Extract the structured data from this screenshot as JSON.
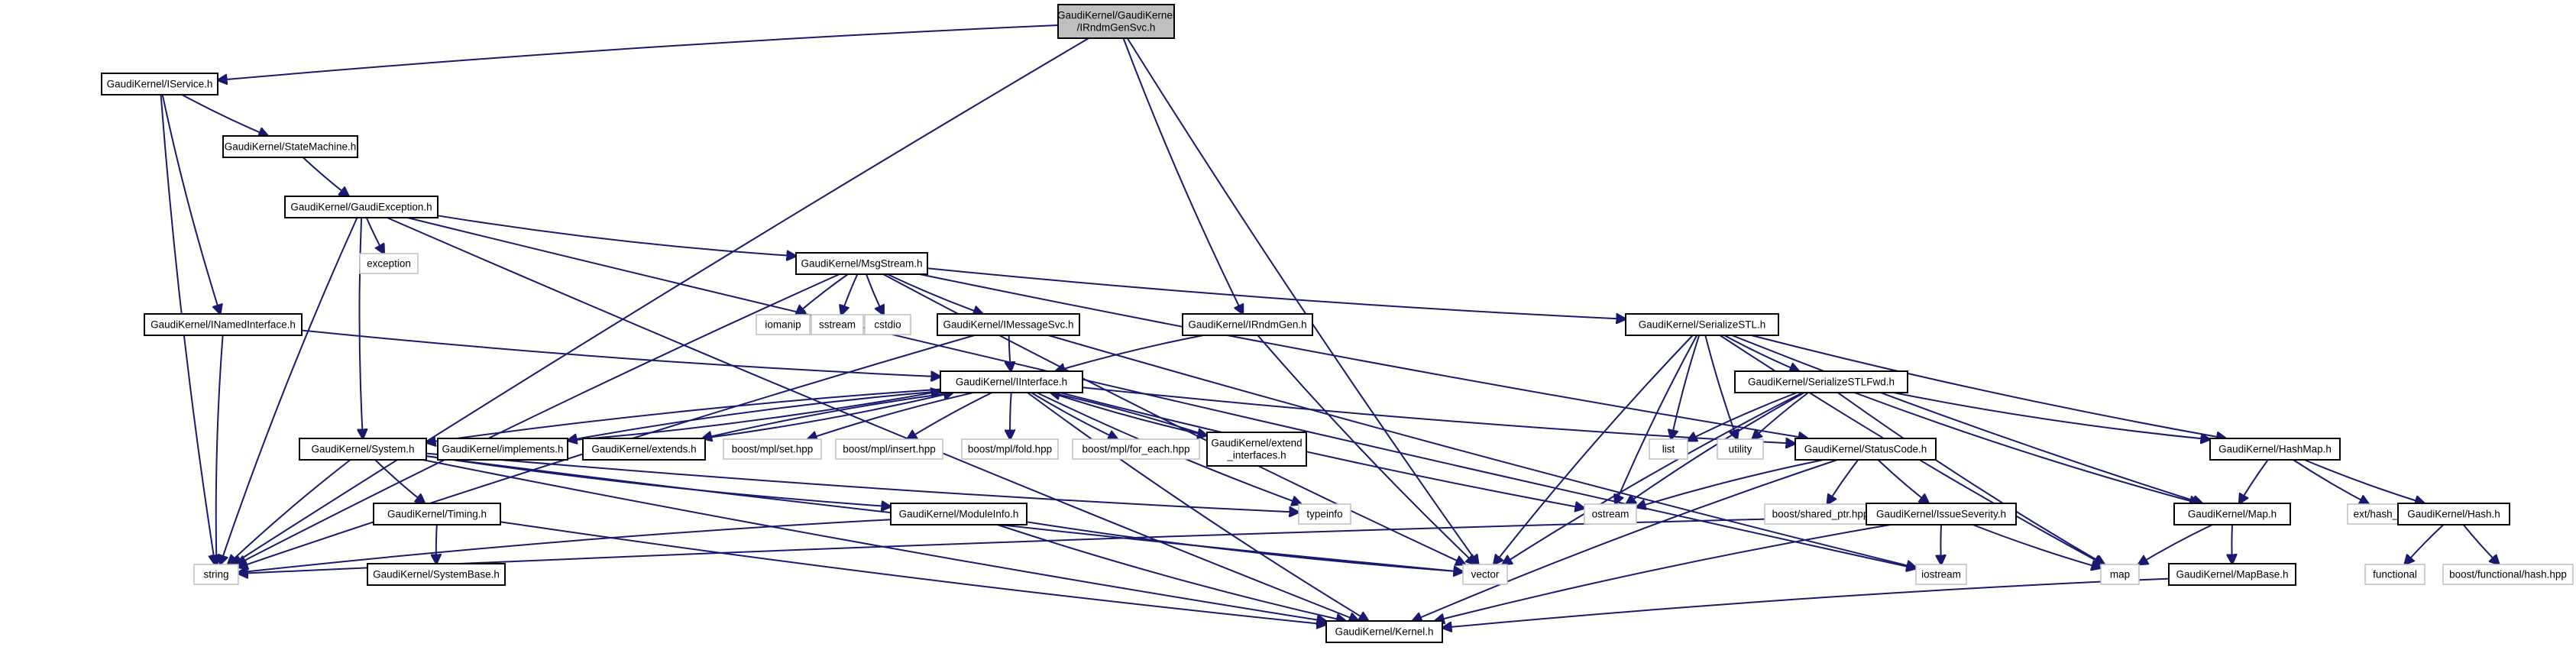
{
  "diagram": {
    "nodes": [
      {
        "id": "root",
        "lines": [
          "GaudiKernel/GaudiKernel",
          "/IRndmGenSvc.h"
        ],
        "kind": "root"
      },
      {
        "id": "iservice",
        "lines": [
          "GaudiKernel/IService.h"
        ],
        "kind": "file"
      },
      {
        "id": "statemachine",
        "lines": [
          "GaudiKernel/StateMachine.h"
        ],
        "kind": "file"
      },
      {
        "id": "gaudiexception",
        "lines": [
          "GaudiKernel/GaudiException.h"
        ],
        "kind": "file"
      },
      {
        "id": "exception",
        "lines": [
          "exception"
        ],
        "kind": "ext"
      },
      {
        "id": "msgstream",
        "lines": [
          "GaudiKernel/MsgStream.h"
        ],
        "kind": "file"
      },
      {
        "id": "inamedinterface",
        "lines": [
          "GaudiKernel/INamedInterface.h"
        ],
        "kind": "file"
      },
      {
        "id": "iomanip",
        "lines": [
          "iomanip"
        ],
        "kind": "ext"
      },
      {
        "id": "sstream",
        "lines": [
          "sstream"
        ],
        "kind": "ext"
      },
      {
        "id": "cstdio",
        "lines": [
          "cstdio"
        ],
        "kind": "ext"
      },
      {
        "id": "imessagesvc",
        "lines": [
          "GaudiKernel/IMessageSvc.h"
        ],
        "kind": "file"
      },
      {
        "id": "irndmgen",
        "lines": [
          "GaudiKernel/IRndmGen.h"
        ],
        "kind": "file"
      },
      {
        "id": "serializestl",
        "lines": [
          "GaudiKernel/SerializeSTL.h"
        ],
        "kind": "file"
      },
      {
        "id": "iinterface",
        "lines": [
          "GaudiKernel/IInterface.h"
        ],
        "kind": "file"
      },
      {
        "id": "serializestlfwd",
        "lines": [
          "GaudiKernel/SerializeSTLFwd.h"
        ],
        "kind": "file"
      },
      {
        "id": "system",
        "lines": [
          "GaudiKernel/System.h"
        ],
        "kind": "file"
      },
      {
        "id": "implements",
        "lines": [
          "GaudiKernel/implements.h"
        ],
        "kind": "file"
      },
      {
        "id": "extends",
        "lines": [
          "GaudiKernel/extends.h"
        ],
        "kind": "file"
      },
      {
        "id": "mplset",
        "lines": [
          "boost/mpl/set.hpp"
        ],
        "kind": "ext"
      },
      {
        "id": "mplinsert",
        "lines": [
          "boost/mpl/insert.hpp"
        ],
        "kind": "ext"
      },
      {
        "id": "mplfold",
        "lines": [
          "boost/mpl/fold.hpp"
        ],
        "kind": "ext"
      },
      {
        "id": "mplforeach",
        "lines": [
          "boost/mpl/for_each.hpp"
        ],
        "kind": "ext"
      },
      {
        "id": "extendinterfaces",
        "lines": [
          "GaudiKernel/extend",
          "_interfaces.h"
        ],
        "kind": "file"
      },
      {
        "id": "list",
        "lines": [
          "list"
        ],
        "kind": "ext"
      },
      {
        "id": "utility",
        "lines": [
          "utility"
        ],
        "kind": "ext"
      },
      {
        "id": "statuscode",
        "lines": [
          "GaudiKernel/StatusCode.h"
        ],
        "kind": "file"
      },
      {
        "id": "hashmap",
        "lines": [
          "GaudiKernel/HashMap.h"
        ],
        "kind": "file"
      },
      {
        "id": "typeinfo",
        "lines": [
          "typeinfo"
        ],
        "kind": "ext"
      },
      {
        "id": "ostream",
        "lines": [
          "ostream"
        ],
        "kind": "ext"
      },
      {
        "id": "sharedptr",
        "lines": [
          "boost/shared_ptr.hpp"
        ],
        "kind": "ext"
      },
      {
        "id": "timing",
        "lines": [
          "GaudiKernel/Timing.h"
        ],
        "kind": "file"
      },
      {
        "id": "moduleinfo",
        "lines": [
          "GaudiKernel/ModuleInfo.h"
        ],
        "kind": "file"
      },
      {
        "id": "issueseverity",
        "lines": [
          "GaudiKernel/IssueSeverity.h"
        ],
        "kind": "file"
      },
      {
        "id": "mapfile",
        "lines": [
          "GaudiKernel/Map.h"
        ],
        "kind": "file"
      },
      {
        "id": "exthashmap",
        "lines": [
          "ext/hash_map"
        ],
        "kind": "ext"
      },
      {
        "id": "hash",
        "lines": [
          "GaudiKernel/Hash.h"
        ],
        "kind": "file"
      },
      {
        "id": "string",
        "lines": [
          "string"
        ],
        "kind": "ext"
      },
      {
        "id": "vector",
        "lines": [
          "vector"
        ],
        "kind": "ext"
      },
      {
        "id": "iostream",
        "lines": [
          "iostream"
        ],
        "kind": "ext"
      },
      {
        "id": "map",
        "lines": [
          "map"
        ],
        "kind": "ext"
      },
      {
        "id": "functional",
        "lines": [
          "functional"
        ],
        "kind": "ext"
      },
      {
        "id": "boosthash",
        "lines": [
          "boost/functional/hash.hpp"
        ],
        "kind": "ext"
      },
      {
        "id": "systembase",
        "lines": [
          "GaudiKernel/SystemBase.h"
        ],
        "kind": "file"
      },
      {
        "id": "mapbase",
        "lines": [
          "GaudiKernel/MapBase.h"
        ],
        "kind": "file"
      },
      {
        "id": "kernel",
        "lines": [
          "GaudiKernel/Kernel.h"
        ],
        "kind": "file"
      }
    ],
    "edges": [
      [
        "root",
        "iservice"
      ],
      [
        "root",
        "string"
      ],
      [
        "root",
        "irndmgen"
      ],
      [
        "root",
        "vector"
      ],
      [
        "iservice",
        "statemachine"
      ],
      [
        "iservice",
        "inamedinterface"
      ],
      [
        "iservice",
        "string"
      ],
      [
        "statemachine",
        "gaudiexception"
      ],
      [
        "gaudiexception",
        "exception"
      ],
      [
        "gaudiexception",
        "msgstream"
      ],
      [
        "gaudiexception",
        "system"
      ],
      [
        "gaudiexception",
        "string"
      ],
      [
        "gaudiexception",
        "kernel"
      ],
      [
        "gaudiexception",
        "iostream"
      ],
      [
        "msgstream",
        "iomanip"
      ],
      [
        "msgstream",
        "sstream"
      ],
      [
        "msgstream",
        "cstdio"
      ],
      [
        "msgstream",
        "imessagesvc"
      ],
      [
        "msgstream",
        "serializestl"
      ],
      [
        "msgstream",
        "statuscode"
      ],
      [
        "msgstream",
        "string"
      ],
      [
        "msgstream",
        "vector"
      ],
      [
        "inamedinterface",
        "iinterface"
      ],
      [
        "inamedinterface",
        "string"
      ],
      [
        "imessagesvc",
        "iinterface"
      ],
      [
        "imessagesvc",
        "string"
      ],
      [
        "imessagesvc",
        "iostream"
      ],
      [
        "irndmgen",
        "iinterface"
      ],
      [
        "irndmgen",
        "vector"
      ],
      [
        "serializestl",
        "serializestlfwd"
      ],
      [
        "serializestl",
        "hashmap"
      ],
      [
        "serializestl",
        "mapfile"
      ],
      [
        "serializestl",
        "list"
      ],
      [
        "serializestl",
        "utility"
      ],
      [
        "serializestl",
        "ostream"
      ],
      [
        "serializestl",
        "vector"
      ],
      [
        "serializestl",
        "map"
      ],
      [
        "serializestlfwd",
        "list"
      ],
      [
        "serializestlfwd",
        "utility"
      ],
      [
        "serializestlfwd",
        "ostream"
      ],
      [
        "serializestlfwd",
        "vector"
      ],
      [
        "serializestlfwd",
        "map"
      ],
      [
        "serializestlfwd",
        "hashmap"
      ],
      [
        "serializestlfwd",
        "mapfile"
      ],
      [
        "iinterface",
        "system"
      ],
      [
        "iinterface",
        "implements"
      ],
      [
        "iinterface",
        "extends"
      ],
      [
        "iinterface",
        "mplset"
      ],
      [
        "iinterface",
        "mplinsert"
      ],
      [
        "iinterface",
        "mplfold"
      ],
      [
        "iinterface",
        "mplforeach"
      ],
      [
        "iinterface",
        "extendinterfaces"
      ],
      [
        "iinterface",
        "statuscode"
      ],
      [
        "iinterface",
        "typeinfo"
      ],
      [
        "iinterface",
        "ostream"
      ],
      [
        "iinterface",
        "kernel"
      ],
      [
        "implements",
        "iinterface"
      ],
      [
        "extends",
        "iinterface"
      ],
      [
        "extendinterfaces",
        "iinterface"
      ],
      [
        "system",
        "timing"
      ],
      [
        "system",
        "moduleinfo"
      ],
      [
        "system",
        "string"
      ],
      [
        "system",
        "vector"
      ],
      [
        "system",
        "typeinfo"
      ],
      [
        "system",
        "kernel"
      ],
      [
        "timing",
        "systembase"
      ],
      [
        "timing",
        "kernel"
      ],
      [
        "moduleinfo",
        "string"
      ],
      [
        "moduleinfo",
        "vector"
      ],
      [
        "moduleinfo",
        "kernel"
      ],
      [
        "statuscode",
        "ostream"
      ],
      [
        "statuscode",
        "sharedptr"
      ],
      [
        "statuscode",
        "issueseverity"
      ],
      [
        "statuscode",
        "kernel"
      ],
      [
        "issueseverity",
        "string"
      ],
      [
        "issueseverity",
        "iostream"
      ],
      [
        "issueseverity",
        "map"
      ],
      [
        "issueseverity",
        "kernel"
      ],
      [
        "hashmap",
        "mapfile"
      ],
      [
        "hashmap",
        "exthashmap"
      ],
      [
        "hashmap",
        "hash"
      ],
      [
        "mapfile",
        "map"
      ],
      [
        "mapfile",
        "mapbase"
      ],
      [
        "hash",
        "functional"
      ],
      [
        "hash",
        "boosthash"
      ],
      [
        "mapbase",
        "kernel"
      ]
    ]
  }
}
